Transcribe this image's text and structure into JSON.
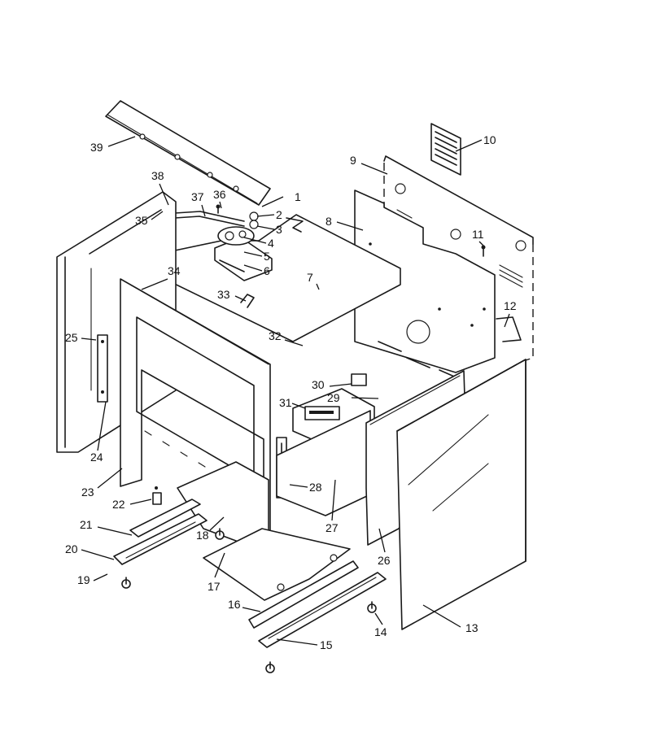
{
  "diagram": {
    "callouts": [
      {
        "id": "1",
        "text": "1"
      },
      {
        "id": "2",
        "text": "2"
      },
      {
        "id": "3",
        "text": "3"
      },
      {
        "id": "4",
        "text": "4"
      },
      {
        "id": "5",
        "text": "5"
      },
      {
        "id": "6",
        "text": "6"
      },
      {
        "id": "7",
        "text": "7"
      },
      {
        "id": "8",
        "text": "8"
      },
      {
        "id": "9",
        "text": "9"
      },
      {
        "id": "10",
        "text": "10"
      },
      {
        "id": "11",
        "text": "11"
      },
      {
        "id": "12",
        "text": "12"
      },
      {
        "id": "13",
        "text": "13"
      },
      {
        "id": "14",
        "text": "14"
      },
      {
        "id": "15",
        "text": "15"
      },
      {
        "id": "16",
        "text": "16"
      },
      {
        "id": "17",
        "text": "17"
      },
      {
        "id": "18",
        "text": "18"
      },
      {
        "id": "19",
        "text": "19"
      },
      {
        "id": "20",
        "text": "20"
      },
      {
        "id": "21",
        "text": "21"
      },
      {
        "id": "22",
        "text": "22"
      },
      {
        "id": "23",
        "text": "23"
      },
      {
        "id": "24",
        "text": "24"
      },
      {
        "id": "25",
        "text": "25"
      },
      {
        "id": "26",
        "text": "26"
      },
      {
        "id": "27",
        "text": "27"
      },
      {
        "id": "28",
        "text": "28"
      },
      {
        "id": "29",
        "text": "29"
      },
      {
        "id": "30",
        "text": "30"
      },
      {
        "id": "31",
        "text": "31"
      },
      {
        "id": "32",
        "text": "32"
      },
      {
        "id": "33",
        "text": "33"
      },
      {
        "id": "34",
        "text": "34"
      },
      {
        "id": "35",
        "text": "35"
      },
      {
        "id": "36",
        "text": "36"
      },
      {
        "id": "37",
        "text": "37"
      },
      {
        "id": "38",
        "text": "38"
      },
      {
        "id": "39",
        "text": "39"
      }
    ]
  }
}
